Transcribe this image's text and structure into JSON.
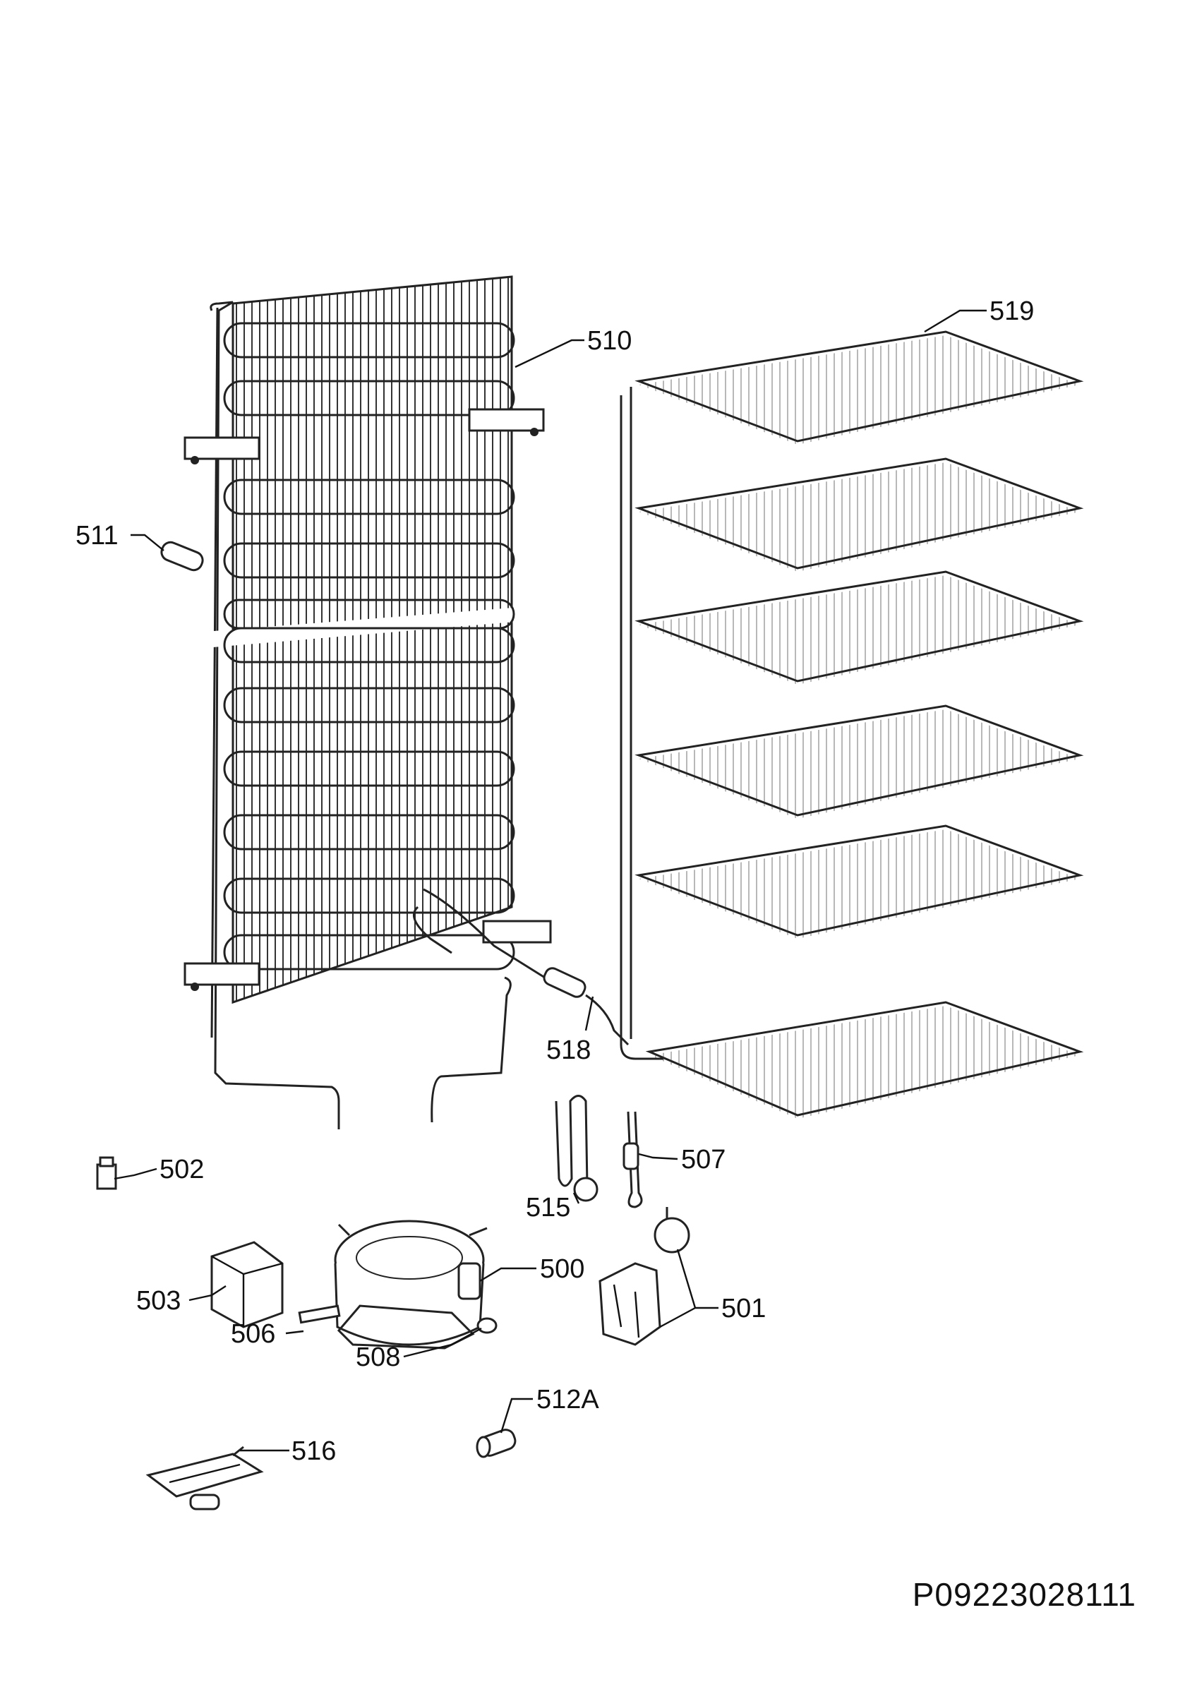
{
  "diagram": {
    "callouts": {
      "p510": "510",
      "p519": "519",
      "p511": "511",
      "p518": "518",
      "p502": "502",
      "p515": "515",
      "p507": "507",
      "p500": "500",
      "p501": "501",
      "p503": "503",
      "p506": "506",
      "p508": "508",
      "p512a": "512A",
      "p516": "516"
    },
    "drawing_code": "P09223028111"
  }
}
